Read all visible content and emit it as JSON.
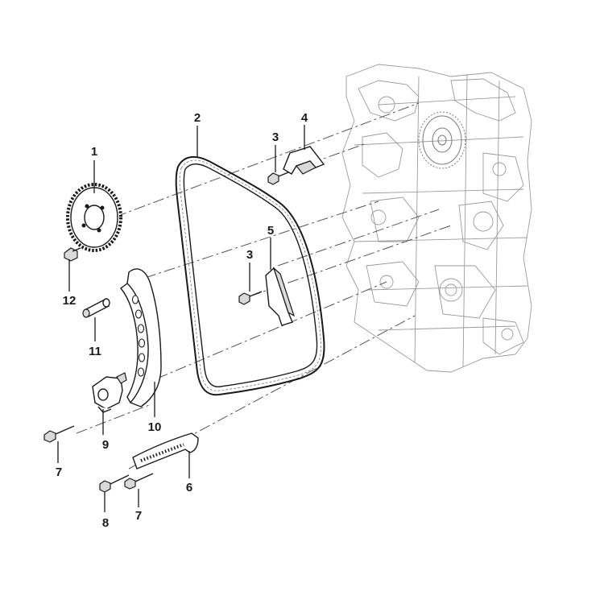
{
  "callouts": {
    "c1": "1",
    "c2": "2",
    "c3a": "3",
    "c3b": "3",
    "c4": "4",
    "c5": "5",
    "c6": "6",
    "c7a": "7",
    "c7b": "7",
    "c8": "8",
    "c9": "9",
    "c10": "10",
    "c11": "11",
    "c12": "12"
  }
}
